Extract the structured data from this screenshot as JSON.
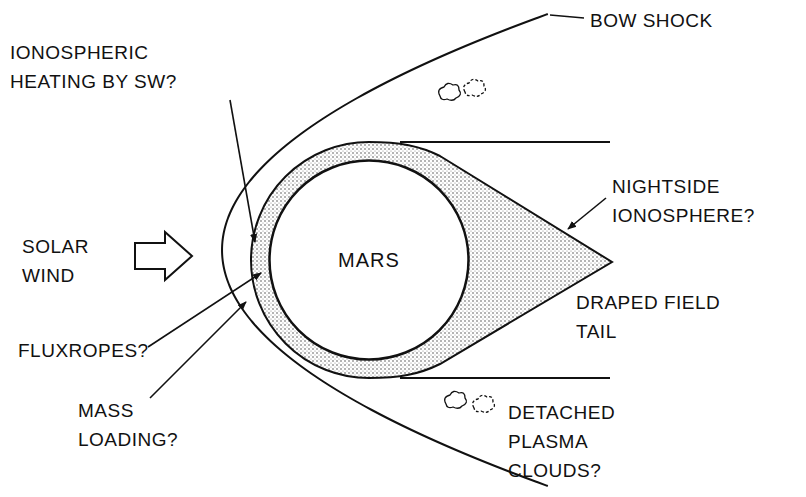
{
  "diagram": {
    "nodes": [
      {
        "text": [
          "MARS"
        ]
      }
    ],
    "labels": [
      "BOW SHOCK",
      "IONOSPHERIC HEATING BY SW?",
      "SOLAR WIND",
      "NIGHTSIDE IONOSPHERE?",
      "DRAPED FIELD TAIL",
      "FLUXROPES?",
      "MASS LOADING?",
      "DETACHED PLASMA CLOUDS?"
    ]
  }
}
